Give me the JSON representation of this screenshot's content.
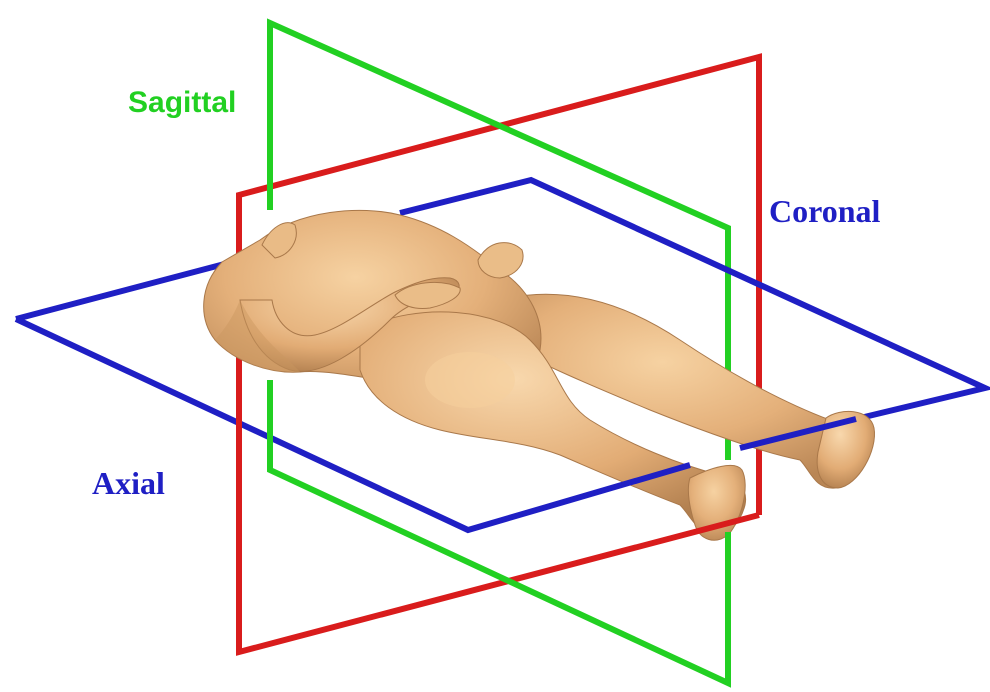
{
  "labels": {
    "sagittal": "Sagittal",
    "coronal": "Coronal",
    "axial": "Axial"
  },
  "colors": {
    "sagittal": "#22d022",
    "coronal": "#d91c1c",
    "axial": "#1f1fc4",
    "skin": "#e8b882",
    "skin_shadow": "#b98655",
    "background": "#ffffff"
  },
  "icons": {
    "figure": "reclining-human-body-icon"
  }
}
